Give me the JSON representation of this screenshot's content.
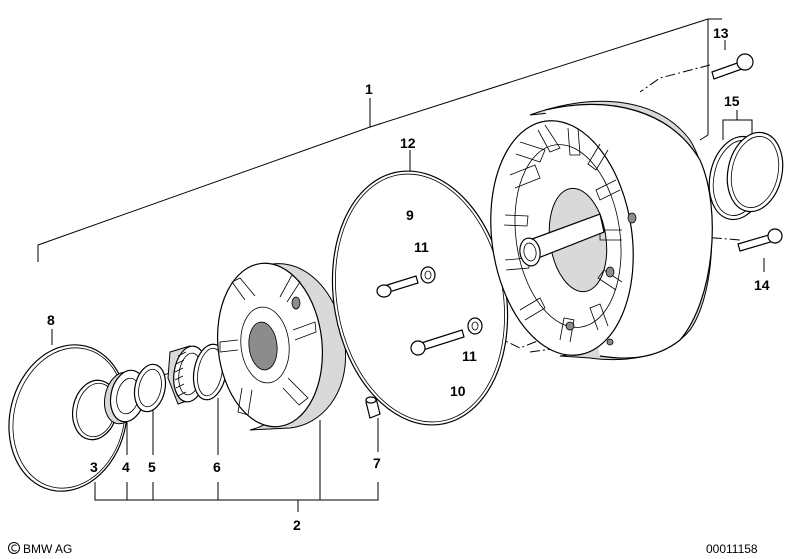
{
  "callouts": {
    "c1": "1",
    "c2": "2",
    "c3": "3",
    "c4": "4",
    "c5": "5",
    "c6": "6",
    "c7": "7",
    "c8": "8",
    "c9": "9",
    "c10": "10",
    "c11a": "11",
    "c11b": "11",
    "c12": "12",
    "c13": "13",
    "c14": "14",
    "c15": "15"
  },
  "footer": {
    "brand": "BMW AG",
    "copyright_symbol": "©",
    "drawing_number": "00011158"
  },
  "icons": {
    "copyright": "copyright-icon"
  }
}
